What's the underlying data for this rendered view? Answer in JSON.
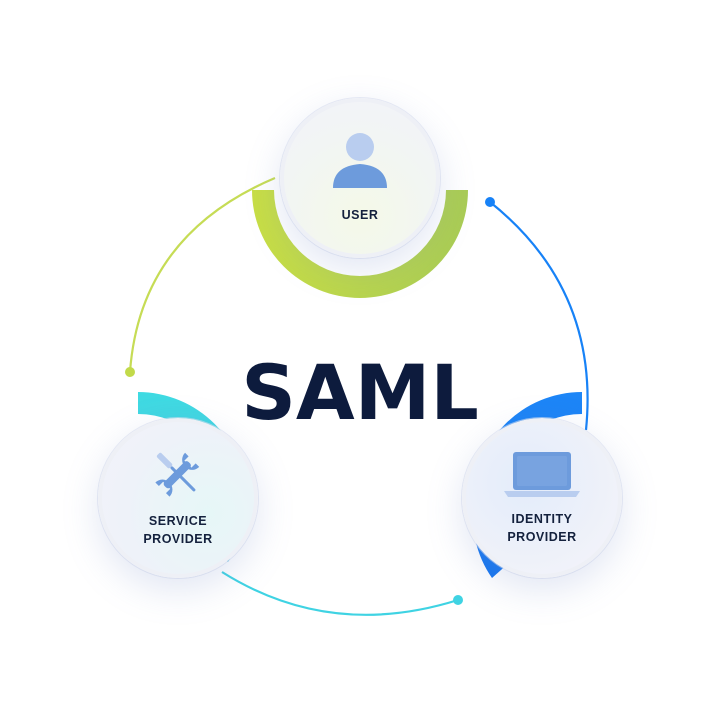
{
  "diagram": {
    "title": "SAML",
    "nodes": {
      "user": {
        "label": "USER",
        "icon": "user-icon",
        "accent": "#b8d24a"
      },
      "service_provider": {
        "label_line1": "SERVICE",
        "label_line2": "PROVIDER",
        "icon": "wrench-screwdriver-icon",
        "accent": "#3fcfe0"
      },
      "identity_provider": {
        "label_line1": "IDENTITY",
        "label_line2": "PROVIDER",
        "icon": "laptop-icon",
        "accent": "#1a7ef5"
      }
    },
    "colors": {
      "title": "#0d1b3d",
      "label": "#14213d",
      "icon_fill": "#6d9bdc",
      "icon_light": "#b9cdef",
      "user_arc": "#c2da4a",
      "sp_arc": "#3fd3e3",
      "idp_arc": "#1782f7"
    }
  }
}
